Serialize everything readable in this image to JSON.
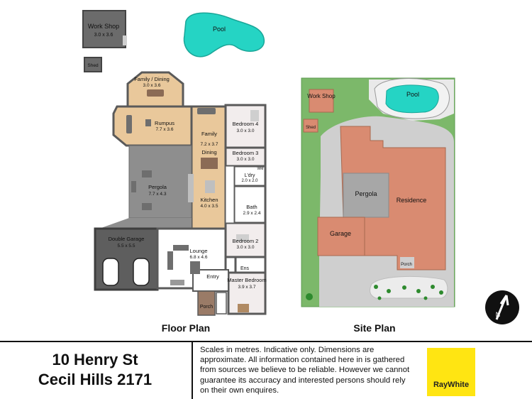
{
  "floor_plan": {
    "title": "Floor Plan",
    "rooms": [
      {
        "key": "workshop",
        "name": "Work Shop",
        "dims": "3.0 x 3.6"
      },
      {
        "key": "shed",
        "name": "Shed",
        "dims": ""
      },
      {
        "key": "pool",
        "name": "Pool",
        "dims": ""
      },
      {
        "key": "family_dining",
        "name": "Family / Dining",
        "dims": "3.0 x 3.6"
      },
      {
        "key": "rumpus",
        "name": "Rumpus",
        "dims": "7.7 x 3.6"
      },
      {
        "key": "family",
        "name": "Family",
        "dims": "7.2 x 3.7"
      },
      {
        "key": "dining",
        "name": "Dining",
        "dims": ""
      },
      {
        "key": "kitchen",
        "name": "Kitchen",
        "dims": "4.0 x 3.5"
      },
      {
        "key": "pergola",
        "name": "Pergola",
        "dims": "7.7 x 4.3"
      },
      {
        "key": "garage",
        "name": "Double Garage",
        "dims": "5.5 x 5.5"
      },
      {
        "key": "lounge",
        "name": "Lounge",
        "dims": "6.8 x 4.6"
      },
      {
        "key": "entry",
        "name": "Entry",
        "dims": ""
      },
      {
        "key": "porch",
        "name": "Porch",
        "dims": ""
      },
      {
        "key": "bed4",
        "name": "Bedroom 4",
        "dims": "3.0 x 3.0"
      },
      {
        "key": "bed3",
        "name": "Bedroom 3",
        "dims": "3.0 x 3.0"
      },
      {
        "key": "ldry",
        "name": "L'dry",
        "dims": "2.0 x 2.0"
      },
      {
        "key": "bath",
        "name": "Bath",
        "dims": "2.9 x 2.4"
      },
      {
        "key": "bed2",
        "name": "Bedroom 2",
        "dims": "3.0 x 3.0"
      },
      {
        "key": "ens",
        "name": "Ens",
        "dims": ""
      },
      {
        "key": "master",
        "name": "Master Bedroom",
        "dims": "3.9 x 3.7"
      }
    ],
    "wm_label": "WM"
  },
  "site_plan": {
    "title": "Site Plan",
    "labels": {
      "workshop": "Work Shop",
      "pool": "Pool",
      "shed": "Shed",
      "pergola": "Pergola",
      "residence": "Residence",
      "garage": "Garage",
      "porch": "Porch"
    }
  },
  "compass": {
    "label": "N"
  },
  "address": {
    "line1": "10 Henry St",
    "line2": "Cecil Hills 2171"
  },
  "disclaimer": "Scales in metres. Indicative only. Dimensions are approximate. All information contained here in is gathered from sources we believe to be reliable. However we cannot guarantee its accuracy and interested persons should rely on their own enquires.",
  "brand": {
    "name": "RayWhite",
    "color": "#ffe512"
  },
  "colors": {
    "wall": "#6e6e6e",
    "floor_wood": "#e8c79a",
    "floor_carpet": "#f1ecec",
    "floor_tile": "#ffffff",
    "pergola": "#8a8a8a",
    "garage": "#5a5a5a",
    "pool": "#22d1c3",
    "grass": "#7cb86a",
    "residence": "#d98b71",
    "site_pergola": "#a7a7a7",
    "driveway": "#bfbfbf"
  }
}
